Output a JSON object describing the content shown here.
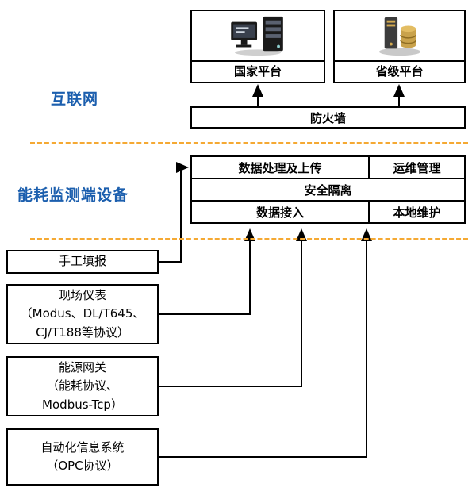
{
  "section_labels": {
    "internet": "互联网",
    "device": "能耗监测端设备"
  },
  "platforms": {
    "national": {
      "label": "国家平台",
      "icon": "desktop-and-rack-server-icon"
    },
    "provincial": {
      "label": "省级平台",
      "icon": "server-and-database-icon"
    }
  },
  "firewall_label": "防火墙",
  "device_stack": {
    "row1_left": "数据处理及上传",
    "row1_right": "运维管理",
    "row2": "安全隔离",
    "row3_left": "数据接入",
    "row3_right": "本地维护"
  },
  "sources": {
    "manual": {
      "line1": "手工填报"
    },
    "field_instruments": {
      "line1": "现场仪表",
      "line2": "（Modus、DL/T645、",
      "line3": "CJ/T188等协议）"
    },
    "energy_gateway": {
      "line1": "能源网关",
      "line2": "（能耗协议、",
      "line3": "Modbus-Tcp）"
    },
    "automation_system": {
      "line1": "自动化信息系统",
      "line2": "（OPC协议）"
    }
  },
  "colors": {
    "accent_blue": "#1c5fae",
    "dashed_line_orange": "#f5a933",
    "box_border": "#000000",
    "arrow": "#000000"
  }
}
